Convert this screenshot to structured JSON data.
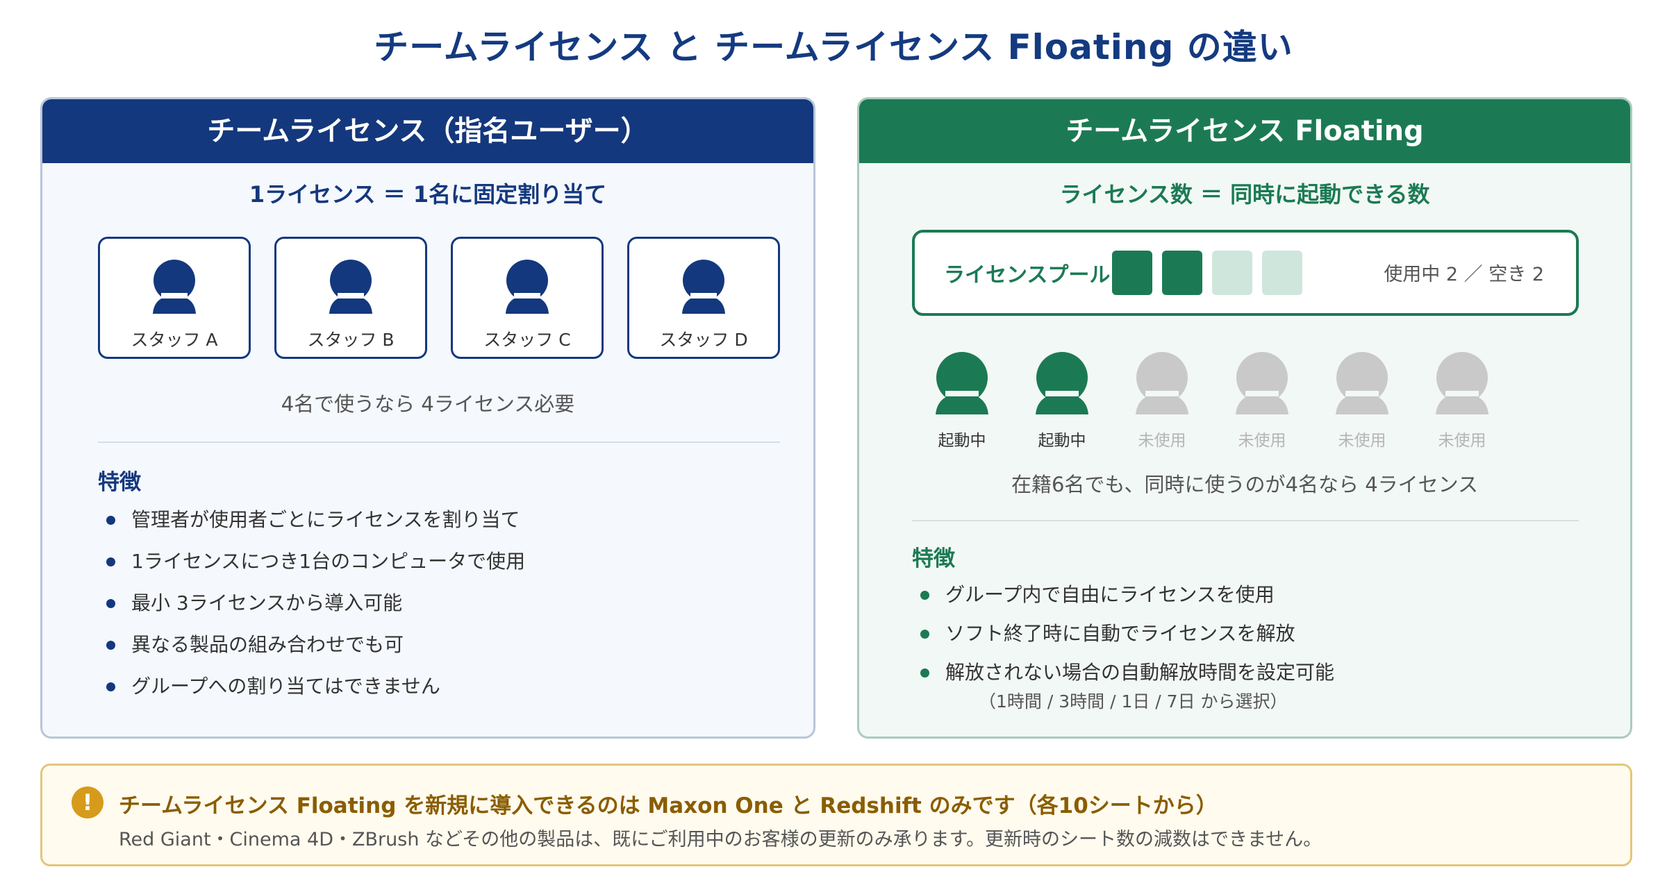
{
  "title": "チームライセンス と チームライセンス Floating の違い",
  "left": {
    "header": "チームライセンス（指名ユーザー）",
    "subhead": "1ライセンス ＝ 1名に固定割り当て",
    "staff": [
      "スタッフ A",
      "スタッフ B",
      "スタッフ C",
      "スタッフ D"
    ],
    "note": "4名で使うなら 4ライセンス必要",
    "features_title": "特徴",
    "features": [
      "管理者が使用者ごとにライセンスを割り当て",
      "1ライセンスにつき1台のコンピュータで使用",
      "最小 3ライセンスから導入可能",
      "異なる製品の組み合わせでも可",
      "グループへの割り当てはできません"
    ]
  },
  "right": {
    "header": "チームライセンス Floating",
    "subhead": "ライセンス数 ＝ 同時に起動できる数",
    "pool_label": "ライセンスプール",
    "pool_slots": [
      "active",
      "active",
      "free",
      "free"
    ],
    "pool_status": "使用中 2 ／ 空き 2",
    "users": [
      {
        "label": "起動中",
        "state": "active"
      },
      {
        "label": "起動中",
        "state": "active"
      },
      {
        "label": "未使用",
        "state": "idle"
      },
      {
        "label": "未使用",
        "state": "idle"
      },
      {
        "label": "未使用",
        "state": "idle"
      },
      {
        "label": "未使用",
        "state": "idle"
      }
    ],
    "note": "在籍6名でも、同時に使うのが4名なら 4ライセンス",
    "features_title": "特徴",
    "features": [
      "グループ内で自由にライセンスを使用",
      "ソフト終了時に自動でライセンスを解放",
      "解放されない場合の自動解放時間を設定可能"
    ],
    "feature_sub": "（1時間 / 3時間 / 1日 / 7日 から選択）"
  },
  "notice": {
    "icon": "!",
    "title": "チームライセンス Floating を新規に導入できるのは Maxon One と Redshift のみです（各10シートから）",
    "body": "Red Giant・Cinema 4D・ZBrush などその他の製品は、既にご利用中のお客様の更新のみ承ります。更新時のシート数の減数はできません。"
  },
  "colors": {
    "navy": "#14387d",
    "green": "#1b7a54",
    "green_light": "#cfe6dc",
    "idle_gray": "#c9c9c9",
    "notice_gold": "#d69b1a"
  }
}
